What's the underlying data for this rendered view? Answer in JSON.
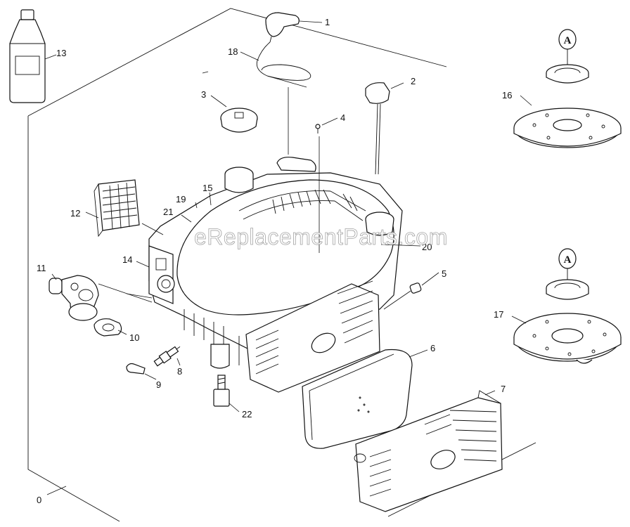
{
  "watermark": "eReplacementParts.com",
  "badge_letter": "A",
  "callouts": {
    "c0": "0",
    "c1": "1",
    "c2": "2",
    "c3": "3",
    "c4": "4",
    "c5": "5",
    "c6": "6",
    "c7": "7",
    "c8": "8",
    "c9": "9",
    "c10": "10",
    "c11": "11",
    "c12": "12",
    "c13": "13",
    "c14": "14",
    "c15": "15",
    "c16": "16",
    "c17": "17",
    "c18": "18",
    "c19": "19",
    "c20": "20",
    "c21": "21",
    "c22": "22"
  }
}
